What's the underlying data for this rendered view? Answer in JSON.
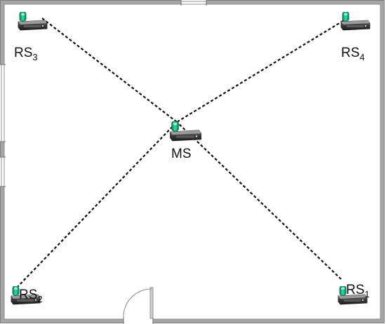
{
  "nodes": {
    "rs3": {
      "name": "RS",
      "sub": "3"
    },
    "rs4": {
      "name": "RS",
      "sub": "4"
    },
    "ms": {
      "name": "MS",
      "sub": ""
    },
    "rs2": {
      "name": "RS",
      "sub": "2"
    },
    "rs1": {
      "name": "RS",
      "sub": "1"
    }
  },
  "links": [
    {
      "from": "rs3",
      "to": "ms"
    },
    {
      "from": "rs4",
      "to": "ms"
    },
    {
      "from": "rs2",
      "to": "ms"
    },
    {
      "from": "rs1",
      "to": "ms"
    }
  ],
  "colors": {
    "wall": "#a6a6a6",
    "wall_edge": "#7f7f7f",
    "link": "#111111",
    "sensor": "#1fbf8f",
    "sensor_dark": "#0e7a5a",
    "device": "#3a3a3a"
  }
}
